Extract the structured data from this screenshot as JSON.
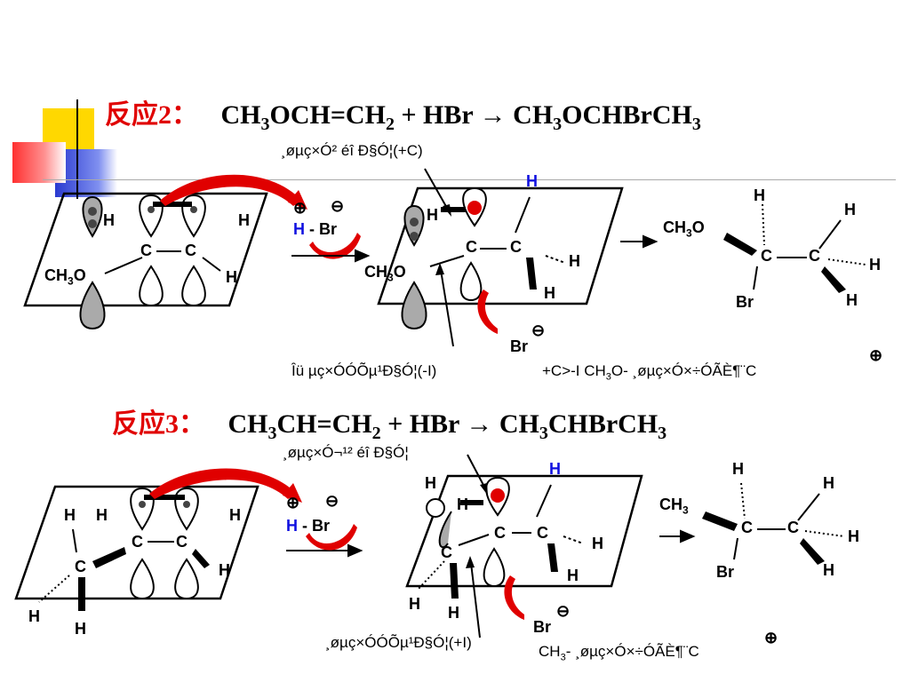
{
  "reaction2": {
    "label": "反应2：",
    "eq_a": "CH",
    "eq_a_sub": "3",
    "eq_b": "OCH=CH",
    "eq_b_sub": "2",
    "eq_c": " + HBr → CH",
    "eq_c_sub": "3",
    "eq_d": "OCHBrCH",
    "eq_d_sub": "3",
    "note_top": "¸øµç×Ó² éî Ð§Ó¦(+C)",
    "note_bottom": "Îü µç×ÓÓÕµ¹Ð§Ó¦(-I)",
    "note_right_a": "+C>-I  CH",
    "note_right_sub": "3",
    "note_right_b": "O- ¸øµç×Ó×÷ÓÃÈ¶¨C"
  },
  "reaction3": {
    "label": "反应3：",
    "eq_a": "CH",
    "eq_a_sub": "3",
    "eq_b": "CH=CH",
    "eq_b_sub": "2",
    "eq_c": " + HBr → CH",
    "eq_c_sub": "3",
    "eq_d": "CHBrCH",
    "eq_d_sub": "3",
    "note_top": "¸øµç×Ó¬¹² éî Ð§Ó¦",
    "note_bottom": "¸øµç×ÓÓÕµ¹Ð§Ó¦(+I)",
    "note_right_a": "CH",
    "note_right_sub": "3",
    "note_right_b": "- ¸øµç×Ó×÷ÓÃÈ¶¨C"
  },
  "atoms": {
    "H": "H",
    "C": "C",
    "Br": "Br",
    "O": "O",
    "CH3O_a": "CH",
    "CH3O_sub": "3",
    "CH3O_b": "O",
    "CH3_a": "CH",
    "CH3_sub": "3",
    "H_minus_Br": " - Br",
    "plus": "⊕",
    "minus": "⊖"
  },
  "colors": {
    "red": "#e00000",
    "blue": "#1010e0",
    "gray": "#a0a0a0",
    "yellow": "#ffd800",
    "slideblue": "#3050d0"
  }
}
